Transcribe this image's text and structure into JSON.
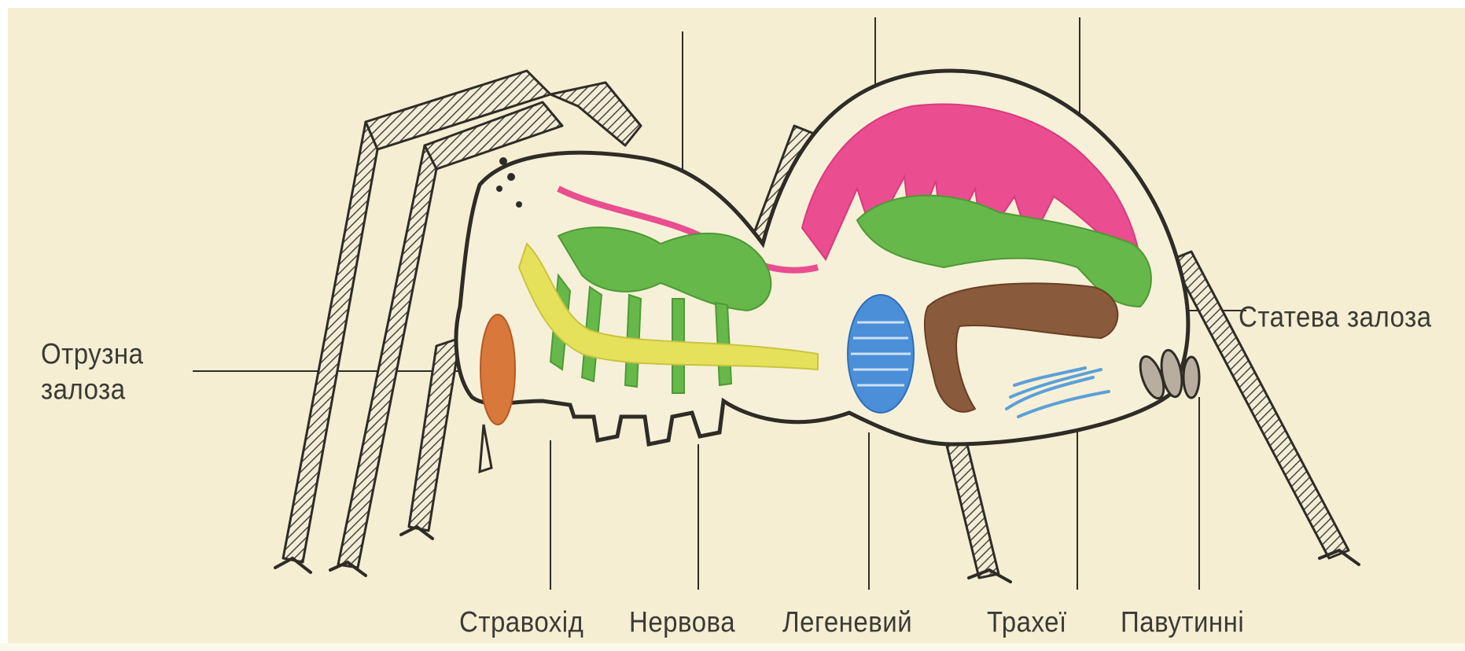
{
  "labels": {
    "poison_gland_line1": "Отрузна",
    "poison_gland_line2": "залоза",
    "esophagus": "Стравохід",
    "nerve": "Нервова",
    "lung": "Легеневий",
    "tracheae": "Трахеї",
    "spinnerets": "Павутинні",
    "gonad": "Статева залоза"
  },
  "colors": {
    "background": "#f5eed3",
    "outline": "#3a3530",
    "heart": "#e94c8f",
    "digestive": "#66b84a",
    "nerve": "#e6e15a",
    "poison_gland": "#d9783b",
    "lung": "#4a8fd8",
    "gonad": "#8a5a3c",
    "tracheae": "#5aa0d8"
  }
}
